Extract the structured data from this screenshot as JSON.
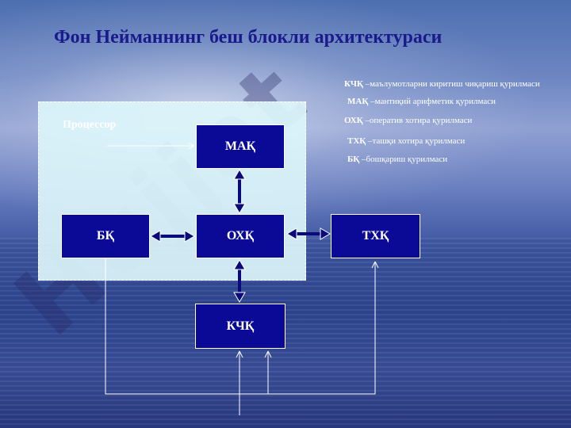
{
  "title": "Фон Нейманнинг беш блокли архитектураси",
  "watermark": "Hujjat",
  "processor_label": "Процессор",
  "blocks": {
    "mak": "МАҚ",
    "bk": "БҚ",
    "okhk": "ОХҚ",
    "tkhk": "ТХҚ",
    "kchk": "КЧҚ"
  },
  "legend": [
    {
      "abbr": "КЧҚ",
      "text": " –маълумотларни киритиш чиқариш қурилмаси"
    },
    {
      "abbr": "МАҚ",
      "text": " –мантиқий арифметик қурилмаси"
    },
    {
      "abbr": "ОХҚ",
      "text": " –оператив хотира қурилмаси"
    },
    {
      "abbr": "ТХҚ",
      "text": " –ташқи хотира қурилмаси"
    },
    {
      "abbr": "БҚ",
      "text": " –бошқариш қурилмаси"
    }
  ],
  "colors": {
    "block_fill": "#0a0a96",
    "title": "#1a1a8c",
    "processor_fill": "#dcf5fa"
  }
}
